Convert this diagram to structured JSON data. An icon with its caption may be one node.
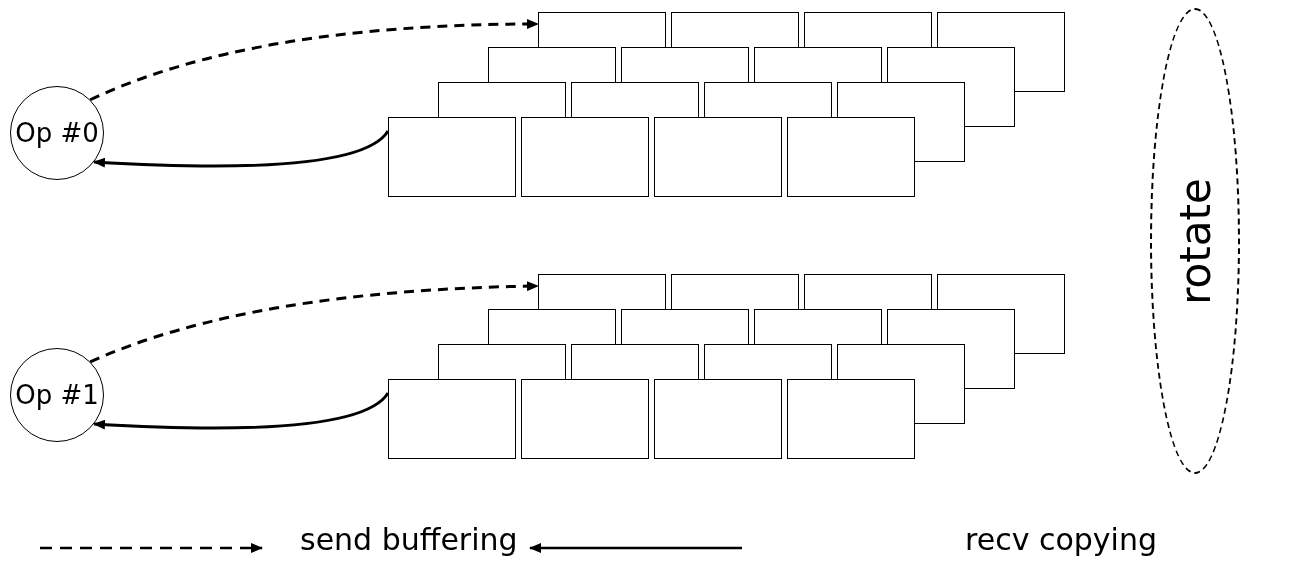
{
  "diagram": {
    "nodes": [
      {
        "text": [
          "Op #0"
        ]
      },
      {
        "text": [],
        "shape": "box"
      },
      {
        "text": [],
        "shape": "box"
      },
      {
        "text": [],
        "shape": "box"
      },
      {
        "text": [],
        "shape": "box"
      },
      {
        "text": [],
        "shape": "box"
      },
      {
        "text": [],
        "shape": "box"
      },
      {
        "text": [],
        "shape": "box"
      },
      {
        "text": [],
        "shape": "box"
      },
      {
        "text": [],
        "shape": "box"
      },
      {
        "text": [],
        "shape": "box"
      },
      {
        "text": [],
        "shape": "box"
      },
      {
        "text": [],
        "shape": "box"
      },
      {
        "text": [],
        "shape": "box"
      },
      {
        "text": [],
        "shape": "box"
      },
      {
        "text": [],
        "shape": "box"
      },
      {
        "text": [],
        "shape": "box"
      },
      {
        "text": [
          "Op #1"
        ]
      },
      {
        "text": [],
        "shape": "box"
      },
      {
        "text": [],
        "shape": "box"
      },
      {
        "text": [],
        "shape": "box"
      },
      {
        "text": [],
        "shape": "box"
      },
      {
        "text": [],
        "shape": "box"
      },
      {
        "text": [],
        "shape": "box"
      },
      {
        "text": [],
        "shape": "box"
      },
      {
        "text": [],
        "shape": "box"
      },
      {
        "text": [],
        "shape": "box"
      },
      {
        "text": [],
        "shape": "box"
      },
      {
        "text": [],
        "shape": "box"
      },
      {
        "text": [],
        "shape": "box"
      },
      {
        "text": [],
        "shape": "box"
      },
      {
        "text": [],
        "shape": "box"
      },
      {
        "text": [],
        "shape": "box"
      },
      {
        "text": [],
        "shape": "box"
      },
      {
        "text": [
          "rotate"
        ]
      }
    ],
    "edges": [
      {
        "from": 0,
        "to": 1,
        "arrow": "to",
        "style": "dashed"
      },
      {
        "from": 13,
        "to": 0,
        "arrow": "to"
      },
      {
        "from": 17,
        "to": 18,
        "arrow": "to",
        "style": "dashed"
      },
      {
        "from": 30,
        "to": 17,
        "arrow": "to"
      }
    ],
    "legend": [
      {
        "text": "send buffering"
      },
      {
        "text": "recv copying"
      }
    ]
  }
}
